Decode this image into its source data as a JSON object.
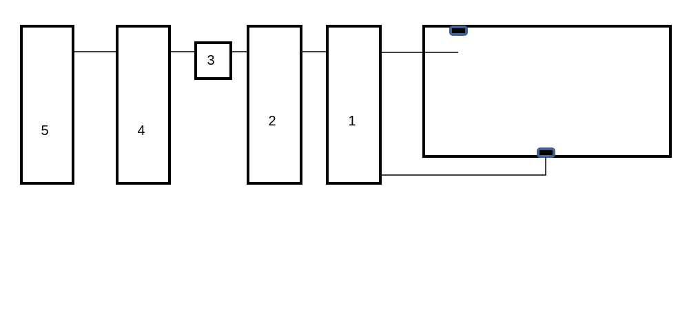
{
  "blocks": [
    {
      "id": "5",
      "label": "5"
    },
    {
      "id": "4",
      "label": "4"
    },
    {
      "id": "3",
      "label": "3"
    },
    {
      "id": "2",
      "label": "2"
    },
    {
      "id": "1",
      "label": "1"
    }
  ],
  "colors": {
    "stroke": "#000000",
    "connector_border": "#41618f",
    "connector_fill": "#000000"
  }
}
